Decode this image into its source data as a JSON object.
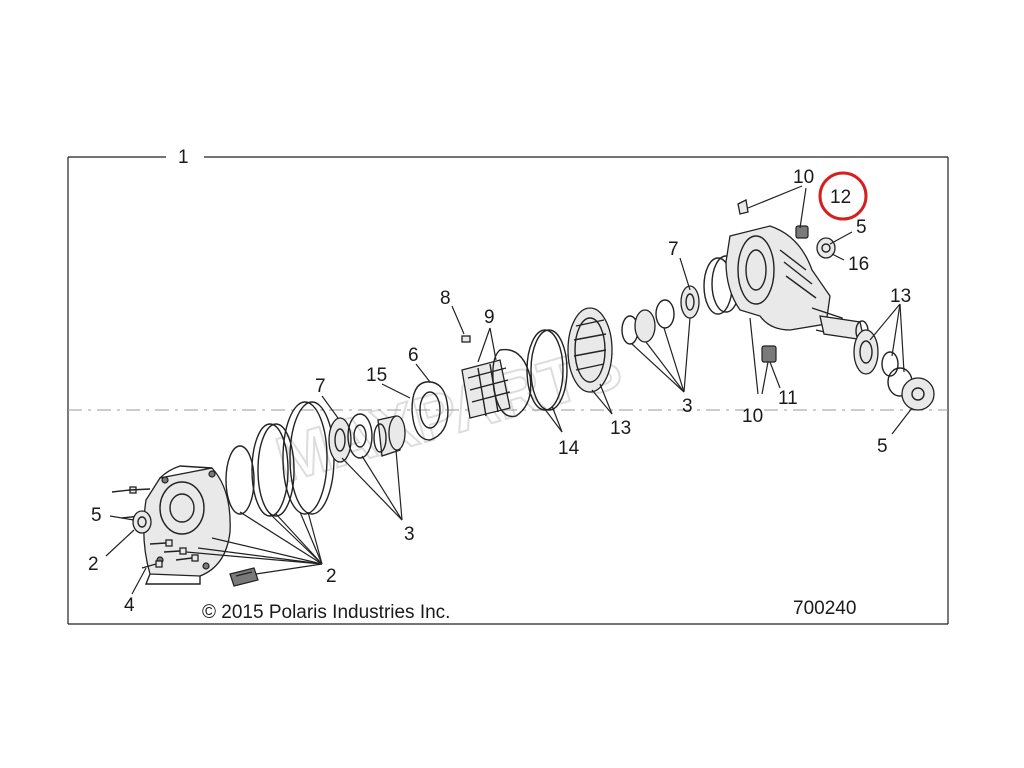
{
  "callouts": {
    "c1": "1",
    "c10_top": "10",
    "c12": "12",
    "c5_top": "5",
    "c16": "16",
    "c13_right": "13",
    "c7_right": "7",
    "c8": "8",
    "c9": "9",
    "c6": "6",
    "c15": "15",
    "c7_left": "7",
    "c3_right": "3",
    "c13_mid": "13",
    "c14": "14",
    "c11": "11",
    "c10_bottom": "10",
    "c5_right": "5",
    "c3_mid": "3",
    "c5_left": "5",
    "c2_left": "2",
    "c2_bottom": "2",
    "c4": "4"
  },
  "footer": {
    "copyright": "© 2015 Polaris Industries Inc.",
    "diagram_number": "700240"
  },
  "watermark": "MAXPARTS",
  "highlight_color": "#d42020"
}
